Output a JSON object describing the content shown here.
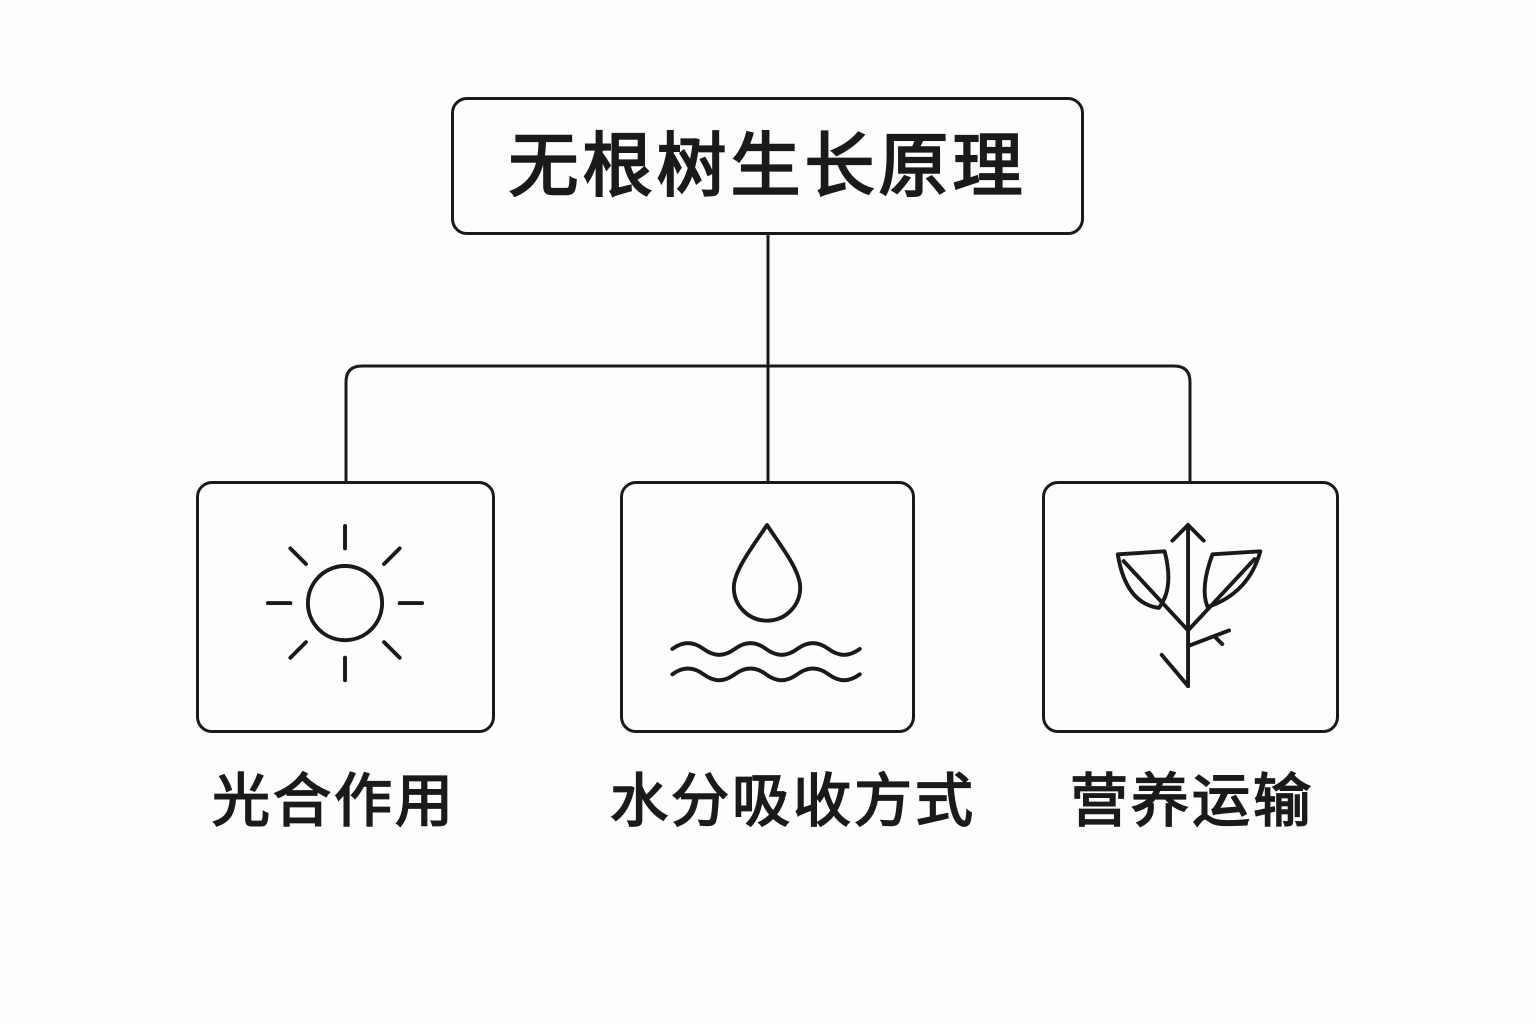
{
  "root": {
    "title": "无根树生长原理"
  },
  "children": [
    {
      "label": "光合作用",
      "icon": "sun-icon"
    },
    {
      "label": "水分吸收方式",
      "icon": "water-drop-waves-icon"
    },
    {
      "label": "营养运输",
      "icon": "leaf-sprout-arrow-icon"
    }
  ],
  "colors": {
    "stroke": "#1a1a1a",
    "background": "#fdfdfb"
  }
}
